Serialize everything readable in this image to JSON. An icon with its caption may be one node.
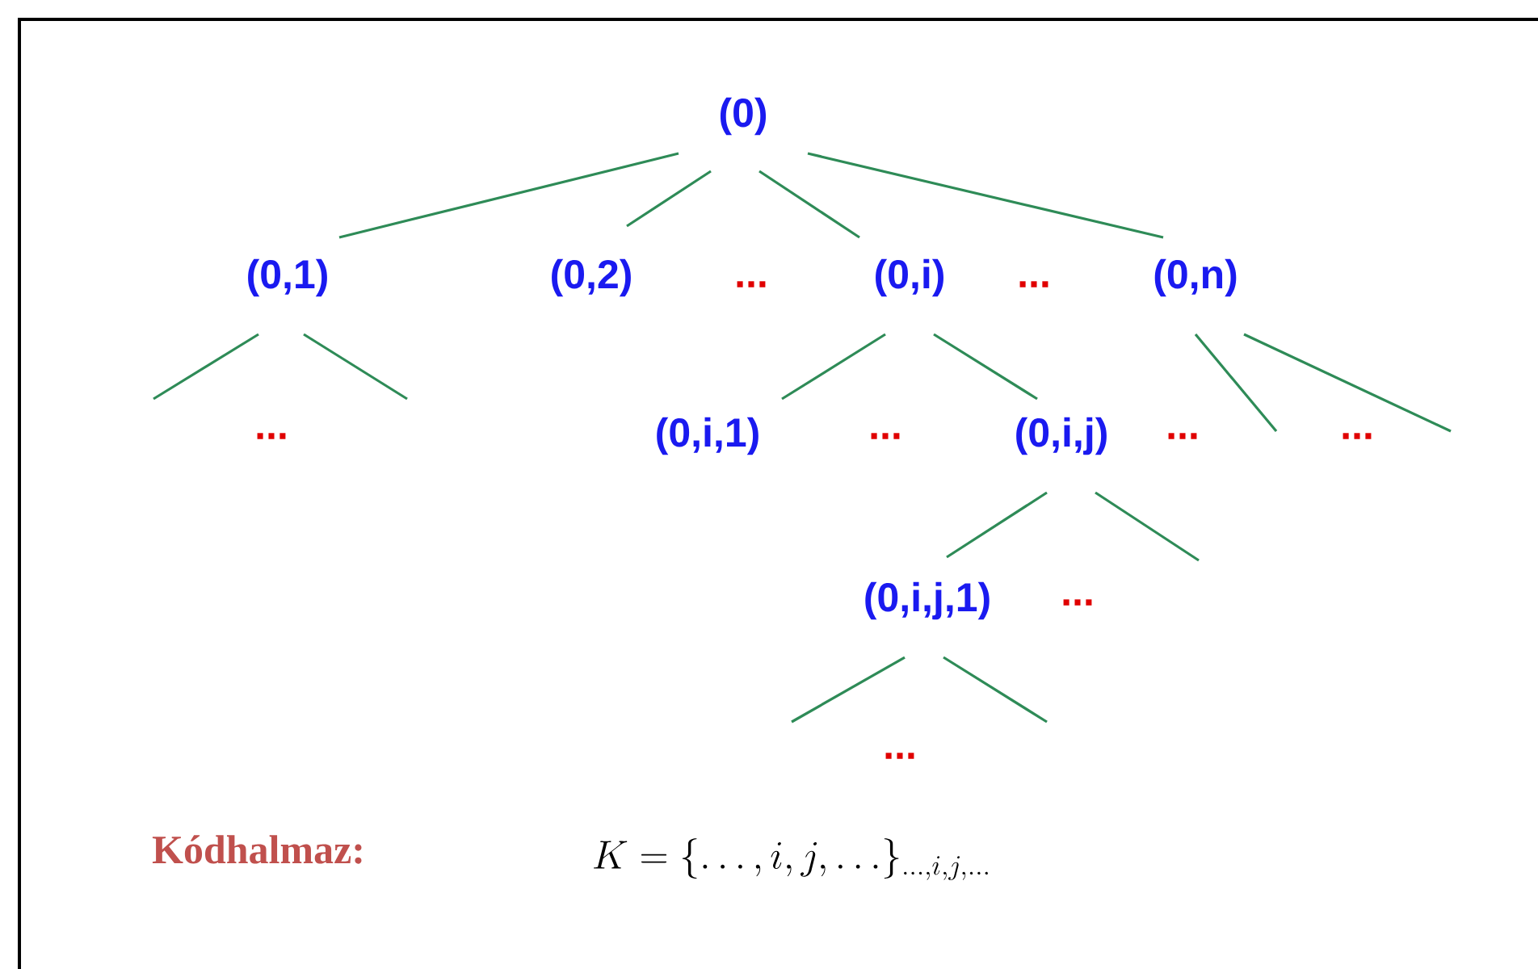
{
  "diagram": {
    "nodes": [
      {
        "text": [
          "(0)"
        ]
      },
      {
        "text": [
          "(0,1)"
        ]
      },
      {
        "text": [
          "(0,2)"
        ]
      },
      {
        "text": [
          "(0,i)"
        ]
      },
      {
        "text": [
          "(0,n)"
        ]
      },
      {
        "text": [
          "(0,i,1)"
        ]
      },
      {
        "text": [
          "(0,i,j)"
        ]
      },
      {
        "text": [
          "(0,i,j,1)"
        ]
      }
    ],
    "edges": [
      {
        "from": 0,
        "to": 1,
        "arrow": "none"
      },
      {
        "from": 0,
        "to": 2,
        "arrow": "none"
      },
      {
        "from": 0,
        "to": 3,
        "arrow": "none"
      },
      {
        "from": 0,
        "to": 4,
        "arrow": "none"
      },
      {
        "from": 1,
        "to": null,
        "arrow": "none"
      },
      {
        "from": 1,
        "to": null,
        "arrow": "none"
      },
      {
        "from": 3,
        "to": 5,
        "arrow": "none"
      },
      {
        "from": 3,
        "to": 6,
        "arrow": "none"
      },
      {
        "from": 4,
        "to": null,
        "arrow": "none"
      },
      {
        "from": 4,
        "to": null,
        "arrow": "none"
      },
      {
        "from": 6,
        "to": 7,
        "arrow": "none"
      },
      {
        "from": 6,
        "to": null,
        "arrow": "none"
      },
      {
        "from": 7,
        "to": null,
        "arrow": "none"
      },
      {
        "from": 7,
        "to": null,
        "arrow": "none"
      }
    ],
    "labels": [
      "...",
      "...",
      "...",
      "...",
      "...",
      "...",
      "...",
      "...",
      "Kódhalmaz:",
      "K = \\{\\ldots, i, j, \\ldots\\}_{\\ldots,i,j,\\ldots}"
    ]
  }
}
